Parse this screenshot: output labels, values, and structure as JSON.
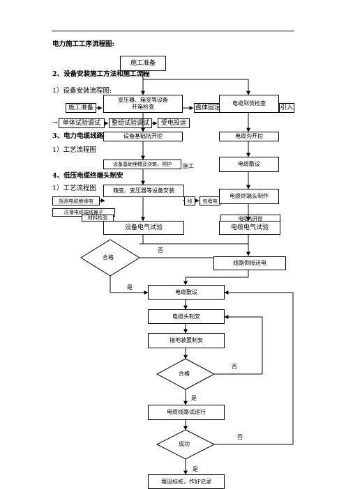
{
  "doc": {
    "title": "电力施工工序流程图:",
    "section2": "2、设备安装施工方法和施工流程",
    "sub2": "1）设备安装流程图:",
    "section3": "3、电力电缆线路",
    "sub3": "1）工艺流程图",
    "section4": "4、低压电缆终端头制安",
    "sub4": "1）工艺流程图"
  },
  "bg_flow": {
    "prep": "施工准备",
    "arrow_prefix": "→",
    "single_test": "单体试验调试",
    "group_test": "整组试验调试",
    "power_on": "受电投运",
    "fixing_partial": "盘体固定",
    "lead_in_partial": "引入",
    "measure_partial": "摇测电缆绝缘电",
    "wire_partial": "线",
    "wrap_partial": "包缠电",
    "crimp_partial": "压接电缆端线鼻子",
    "material_partial": "材料检验",
    "construction_partial": "施工"
  },
  "flow": {
    "start": "施工准备",
    "inspection_line1": "变压器、箱变等设备",
    "inspection_line2": "开箱检查",
    "cable_check": "电缆到货检查",
    "foundation": "设备基础坑开挖",
    "trench": "电缆沟开挖",
    "embed": "设备基础埋槽及浇筑、预护",
    "cable_lay_top": "电缆敷设",
    "install": "箱变、变压器等设备安装",
    "terminal_make": "电缆终端头制作",
    "trench_partial": "电缆沟开挖",
    "equip_test": "设备电气试验",
    "cable_test": "电缆电气试验",
    "pass1": "合格",
    "no1": "否",
    "backfill": "线路倒接送电",
    "yes1": "是",
    "cable_lay": "电缆敷设",
    "cable_head": "电缆头制安",
    "grounding": "接地装置制安",
    "pass2": "合格",
    "no2": "否",
    "yes2": "是",
    "trial_run": "电缆线路试运行",
    "success": "成功",
    "no3": "否",
    "yes3": "是",
    "final": "埋设标桩，作好记录"
  }
}
